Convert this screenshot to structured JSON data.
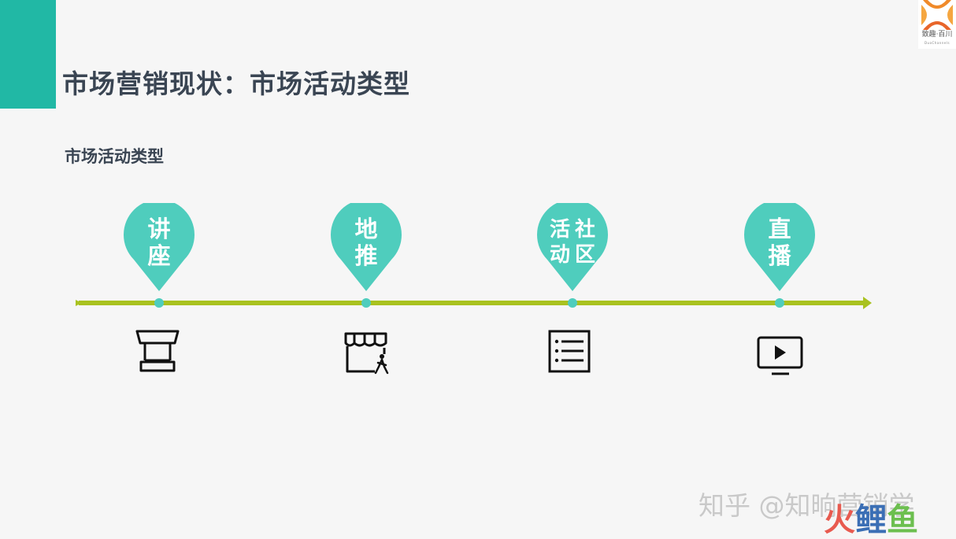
{
  "header": {
    "title": "市场营销现状：市场活动类型",
    "subtitle": "市场活动类型"
  },
  "logo": {
    "text": "致趣·百川",
    "sub": "DuoChannels"
  },
  "timeline": {
    "line_color": "#a9c21f",
    "pin_color": "#4fcdbd",
    "items": [
      {
        "label": "讲座",
        "icon": "podium-icon"
      },
      {
        "label": "地推",
        "icon": "storefront-person-icon"
      },
      {
        "label": "社区活动",
        "label_lines": [
          "活社",
          "动区"
        ],
        "icon": "list-document-icon"
      },
      {
        "label": "直播",
        "icon": "video-play-icon"
      }
    ]
  },
  "watermark": {
    "text": "知乎 @知晌营销学"
  },
  "brand": {
    "part1": "火",
    "part2": "鲤",
    "part3": "鱼"
  },
  "colors": {
    "accent": "#21b8a5",
    "title": "#3a4553",
    "brand_red": "#e85a4f",
    "brand_blue": "#3b6fb5",
    "brand_green": "#6cbf4f"
  }
}
